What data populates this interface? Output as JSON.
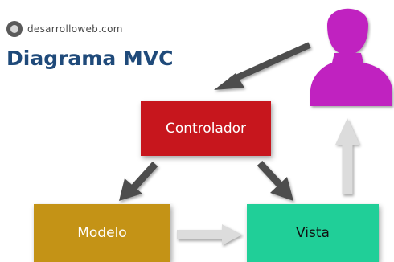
{
  "brand": {
    "name": "desarrolloweb.com",
    "logo_icon": "desarrolloweb-logo-icon"
  },
  "title": "Diagrama MVC",
  "nodes": {
    "controlador": {
      "label": "Controlador",
      "color": "#c7161d"
    },
    "modelo": {
      "label": "Modelo",
      "color": "#c49316"
    },
    "vista": {
      "label": "Vista",
      "color": "#20cf98"
    },
    "user": {
      "icon": "user-silhouette-icon",
      "color": "#c020c0"
    }
  },
  "edges": [
    {
      "from": "user",
      "to": "controlador",
      "color": "#4d4d4d"
    },
    {
      "from": "controlador",
      "to": "modelo",
      "color": "#4d4d4d"
    },
    {
      "from": "controlador",
      "to": "vista",
      "color": "#4d4d4d"
    },
    {
      "from": "modelo",
      "to": "vista",
      "color": "#dddddd"
    },
    {
      "from": "vista",
      "to": "user",
      "color": "#dddddd"
    }
  ]
}
